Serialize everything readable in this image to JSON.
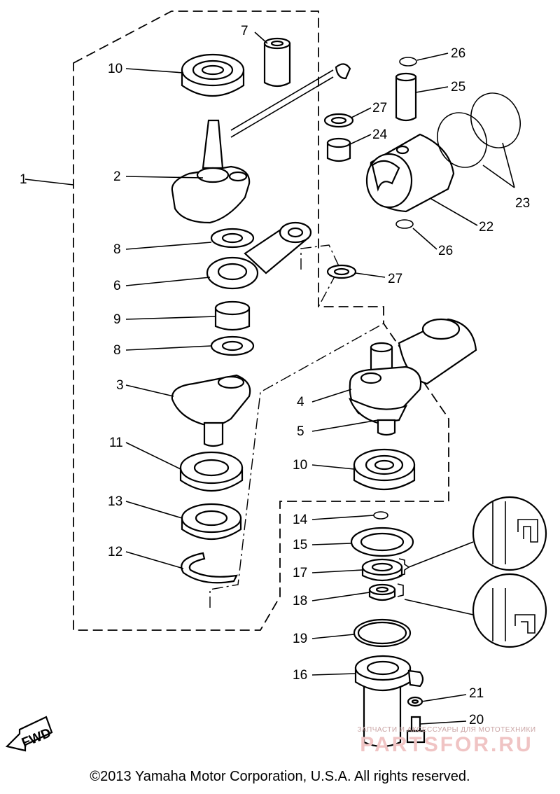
{
  "diagram": {
    "labels": {
      "p1": "1",
      "p2": "2",
      "p3": "3",
      "p4": "4",
      "p5": "5",
      "p6": "6",
      "p7": "7",
      "p8a": "8",
      "p8b": "8",
      "p9": "9",
      "p10a": "10",
      "p10b": "10",
      "p11": "11",
      "p12": "12",
      "p13": "13",
      "p14": "14",
      "p15": "15",
      "p16": "16",
      "p17": "17",
      "p18": "18",
      "p19": "19",
      "p20": "20",
      "p21": "21",
      "p22": "22",
      "p23": "23",
      "p24": "24",
      "p25": "25",
      "p26a": "26",
      "p26b": "26",
      "p27a": "27",
      "p27b": "27"
    },
    "fwd_label": "FWD",
    "copyright": "©2013 Yamaha Motor Corporation, U.S.A. All rights reserved.",
    "watermark": {
      "tagline": "ЗАПЧАСТИ И АКСЕССУАРЫ ДЛЯ МОТОТЕХНИКИ",
      "brand": "PARTSFOR.RU"
    }
  }
}
